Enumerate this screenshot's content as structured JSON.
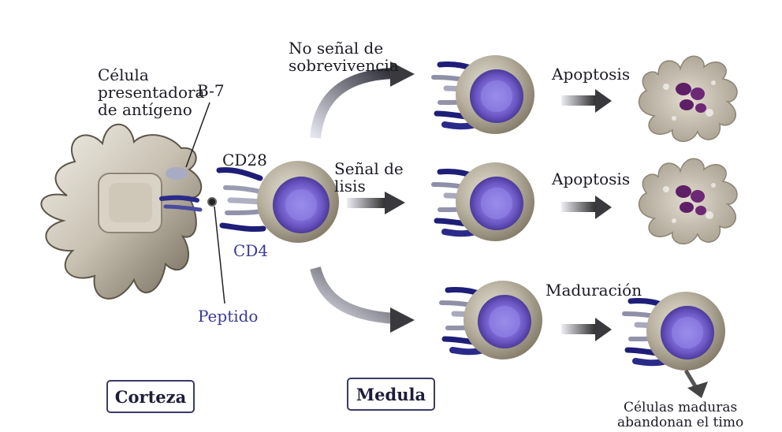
{
  "labels": {
    "apc": [
      "Célula",
      "presentadora",
      "de antígeno"
    ],
    "b7": "B-7",
    "cd28": "CD28",
    "cd4": "CD4",
    "peptido": "Peptido",
    "no_senal": [
      "No señal de",
      "sobrevivencia"
    ],
    "senal_lisis": [
      "Señal de",
      "lisis"
    ],
    "apoptosis_1": "Apoptosis",
    "apoptosis_2": "Apoptosis",
    "maduracion": "Maduración",
    "celulas_maduras": [
      "Células maduras",
      "abandonan el timo"
    ]
  },
  "boxes": {
    "corteza": "Corteza",
    "medula": "Medula"
  },
  "colors": {
    "receptor": "#1e1e78",
    "nucleus": "#7f6bd0",
    "cell": "#a39b88",
    "apoptotic_nuclear": "#5e1f66"
  }
}
